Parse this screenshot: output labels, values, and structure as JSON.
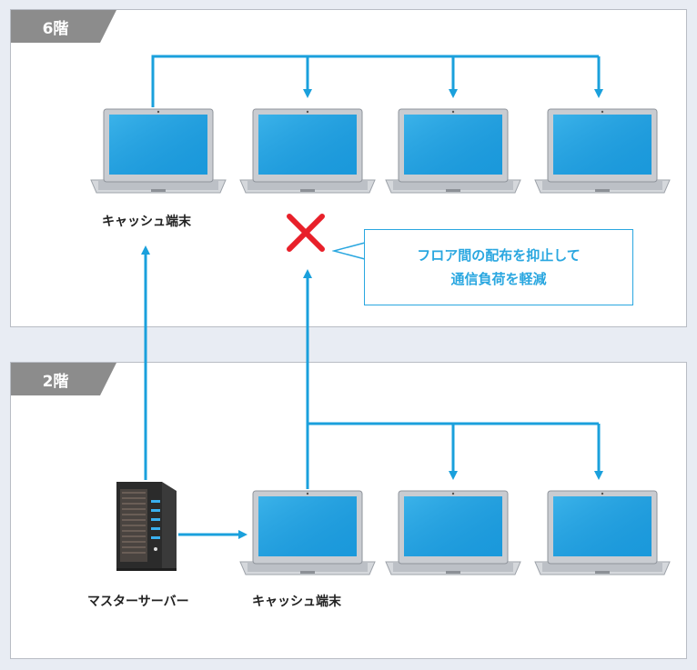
{
  "floors": {
    "upper": {
      "label": "6階"
    },
    "lower": {
      "label": "2階"
    }
  },
  "labels": {
    "cash_terminal_6f": "キャッシュ端末",
    "cash_terminal_2f": "キャッシュ端末",
    "master_server": "マスターサーバー"
  },
  "callout": {
    "line1": "フロア間の配布を抑止して",
    "line2": "通信負荷を軽減"
  },
  "colors": {
    "arrow": "#1aa0dc",
    "blocked_mark": "#e8202a",
    "screen": "#1d9fe0",
    "floor_tab": "#8c8c8c"
  },
  "icons": {
    "laptop": "laptop-icon",
    "server": "server-icon",
    "blocked": "blocked-x-icon"
  }
}
